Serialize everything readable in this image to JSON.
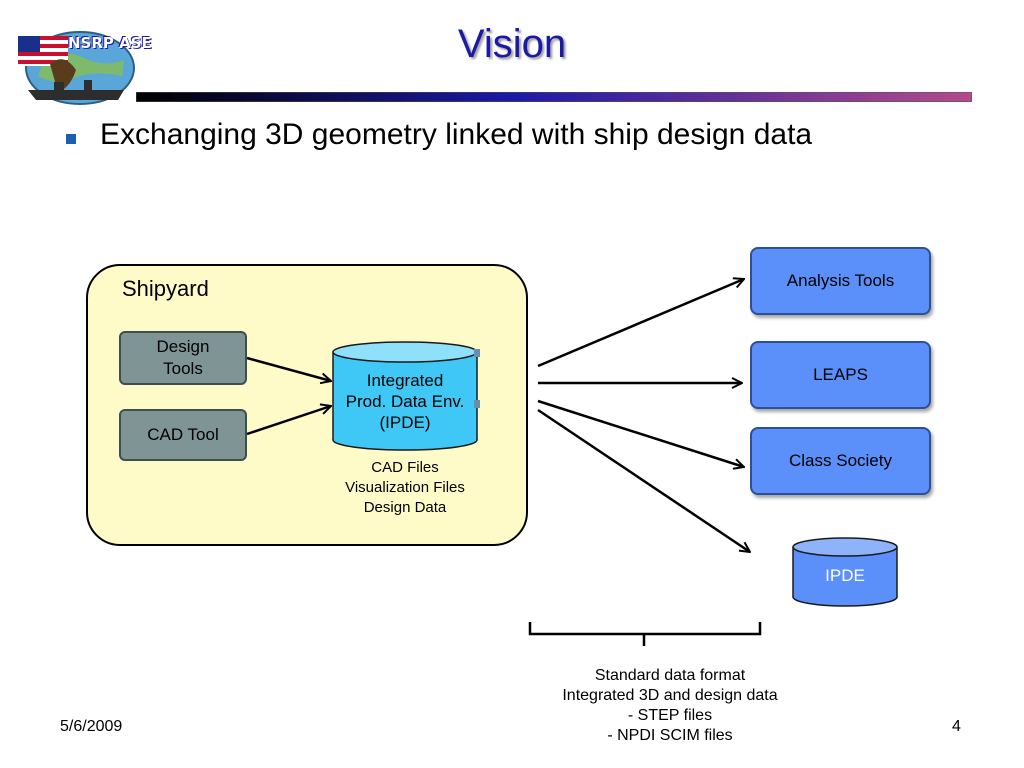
{
  "slide": {
    "title": "Vision",
    "bullet": "Exchanging 3D geometry linked with ship design data",
    "date": "5/6/2009",
    "page_number": "4"
  },
  "logo": {
    "text": "NSRP ASE"
  },
  "shipyard": {
    "label": "Shipyard",
    "design_tools": "Design\nTools",
    "cad_tool": "CAD Tool",
    "ipde_label": "Integrated\nProd. Data Env.\n(IPDE)",
    "ipde_contents": "CAD Files\nVisualization  Files\nDesign Data"
  },
  "targets": {
    "analysis_tools": "Analysis Tools",
    "leaps": "LEAPS",
    "class_society": "Class Society",
    "ipde": "IPDE"
  },
  "bracket_note": "Standard data format\nIntegrated 3D and design data\n- STEP files\n- NPDI  SCIM files",
  "colors": {
    "title": "#1a1aa6",
    "shipyard_fill": "#fffbc8",
    "gray_box": "#7f9595",
    "blue_box": "#5b8ff9",
    "cylinder_cyan": "#3fc8f5",
    "cylinder_blue": "#5b8ff9"
  }
}
